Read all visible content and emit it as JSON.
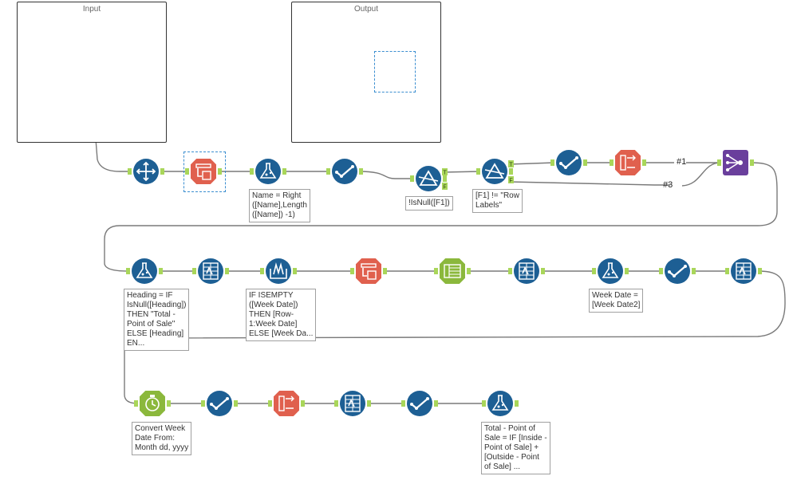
{
  "containers": {
    "input": {
      "title": "Input"
    },
    "output": {
      "title": "Output"
    }
  },
  "colors": {
    "teal": "#1aa99a",
    "blue": "#1d5f94",
    "orange": "#e0604e",
    "purple": "#6a3f9c",
    "lime": "#8bb83c",
    "anchor": "#a9d65a",
    "wire": "#7a7a7a",
    "selected_wire": "#3d3d86"
  },
  "tools": [
    {
      "id": "input-data-1",
      "icon": "book-icon"
    },
    {
      "id": "browse-1",
      "icon": "binoculars-icon"
    },
    {
      "id": "input-data-2",
      "icon": "book-icon"
    },
    {
      "id": "browse-2",
      "icon": "binoculars-icon"
    },
    {
      "id": "select-1",
      "icon": "move-arrows-icon"
    },
    {
      "id": "dynamic-rename-1",
      "icon": "dynamic-rename-icon"
    },
    {
      "id": "formula-1",
      "icon": "flask-icon"
    },
    {
      "id": "select-2",
      "icon": "checkmark-icon"
    },
    {
      "id": "filter-1",
      "icon": "filter-icon"
    },
    {
      "id": "filter-2",
      "icon": "filter-icon"
    },
    {
      "id": "select-3",
      "icon": "checkmark-icon"
    },
    {
      "id": "crosstab-1",
      "icon": "crosstab-icon"
    },
    {
      "id": "union-1",
      "icon": "union-icon"
    },
    {
      "id": "formula-2",
      "icon": "flask-icon"
    },
    {
      "id": "multi-row-1",
      "icon": "multi-row-icon"
    },
    {
      "id": "multi-row-formula-1",
      "icon": "multi-row-formula-icon"
    },
    {
      "id": "dynamic-rename-2",
      "icon": "dynamic-rename-icon"
    },
    {
      "id": "record-id-1",
      "icon": "record-id-icon"
    },
    {
      "id": "multi-row-2",
      "icon": "multi-row-icon"
    },
    {
      "id": "formula-3",
      "icon": "flask-icon"
    },
    {
      "id": "select-4",
      "icon": "checkmark-icon"
    },
    {
      "id": "multi-row-3",
      "icon": "multi-row-icon"
    },
    {
      "id": "datetime-1",
      "icon": "datetime-icon"
    },
    {
      "id": "select-5",
      "icon": "checkmark-icon"
    },
    {
      "id": "crosstab-2",
      "icon": "crosstab-icon"
    },
    {
      "id": "multi-row-4",
      "icon": "multi-row-icon"
    },
    {
      "id": "select-6",
      "icon": "checkmark-icon"
    },
    {
      "id": "formula-4",
      "icon": "flask-icon"
    }
  ],
  "annotations": {
    "formula_1": "Name = Right\n([Name],Length\n([Name]) -1)",
    "filter_1": "!IsNull([F1])",
    "filter_2": "[F1] != \"Row\nLabels\"",
    "formula_2": "Heading = IF\nIsNull([Heading])\nTHEN \"Total -\nPoint of Sale\"\nELSE [Heading]\nEN...",
    "multi_row_formula": "IF ISEMPTY\n([Week Date])\nTHEN [Row-\n1:Week Date]\nELSE [Week Da...",
    "formula_3": "Week Date =\n[Week Date2]",
    "datetime": "Convert Week\nDate From:\nMonth dd, yyyy",
    "formula_4": "Total - Point of\nSale = IF [Inside -\nPoint of Sale] +\n[Outside - Point\nof Sale] ..."
  },
  "anchor_labels": {
    "true": "T",
    "false": "F",
    "union_in_1": "#1",
    "union_in_3": "#3"
  }
}
